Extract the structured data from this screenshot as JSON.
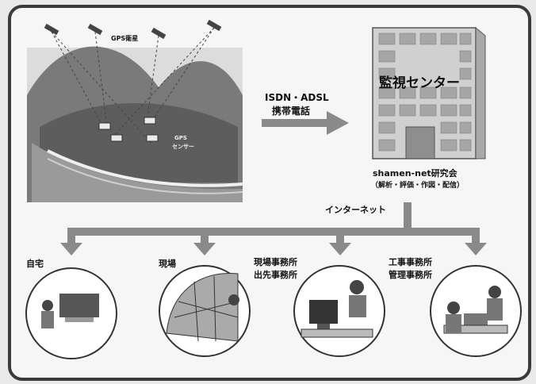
{
  "diagram": {
    "satellite_label": "GPS衛星",
    "sensor_label_1": "GPS",
    "sensor_label_2": "センサー",
    "connection_line1": "ISDN・ADSL",
    "connection_line2": "携帯電話",
    "center_title": "監視センター",
    "org_name": "shamen-net研究会",
    "org_roles": "（解析・評価・作図・配信）",
    "network_label": "インターネット",
    "endpoints": [
      {
        "line1": "自宅",
        "line2": ""
      },
      {
        "line1": "現場",
        "line2": ""
      },
      {
        "line1": "現場事務所",
        "line2": "出先事務所"
      },
      {
        "line1": "工事事務所",
        "line2": "管理事務所"
      }
    ]
  },
  "colors": {
    "frame": "#3b3b3b",
    "arrow": "#8a8a8a",
    "building": "#cfcfcf",
    "hill": "#6c6c6c"
  }
}
